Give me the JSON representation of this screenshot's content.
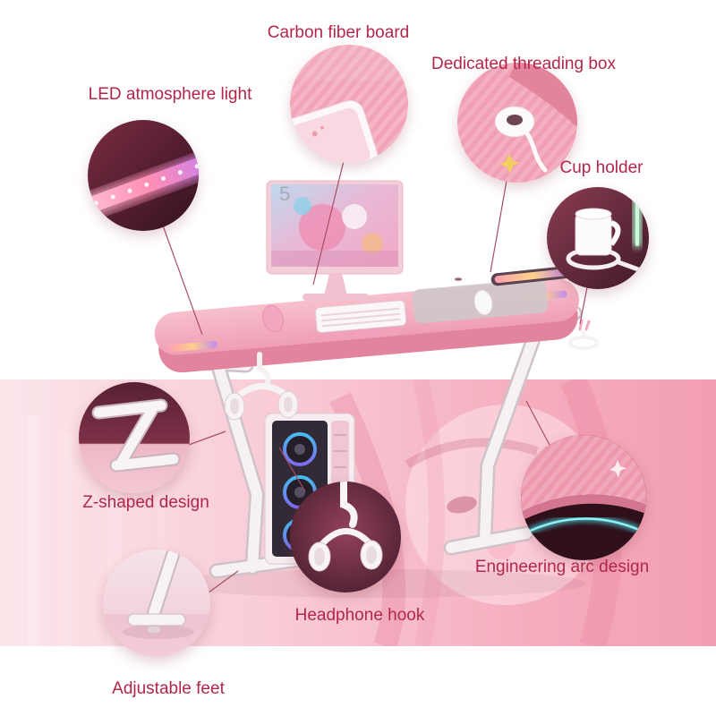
{
  "product": {
    "watermark": "5"
  },
  "callouts": [
    {
      "id": "carbon-fiber-board",
      "label": "Carbon fiber board"
    },
    {
      "id": "threading-box",
      "label": "Dedicated threading box"
    },
    {
      "id": "led-atmosphere-light",
      "label": "LED atmosphere light"
    },
    {
      "id": "cup-holder",
      "label": "Cup holder"
    },
    {
      "id": "z-shaped-design",
      "label": "Z-shaped design"
    },
    {
      "id": "engineering-arc",
      "label": "Engineering arc design"
    },
    {
      "id": "headphone-hook",
      "label": "Headphone hook"
    },
    {
      "id": "adjustable-feet",
      "label": "Adjustable feet"
    }
  ],
  "colors": {
    "label_text": "#b2264a",
    "leader_line": "#a84f62",
    "desk_pink": "#f3aec2",
    "band_pink": "#f3a0b3",
    "led_glow": "#ff8fb4",
    "arc_glow": "#53e0ea"
  }
}
